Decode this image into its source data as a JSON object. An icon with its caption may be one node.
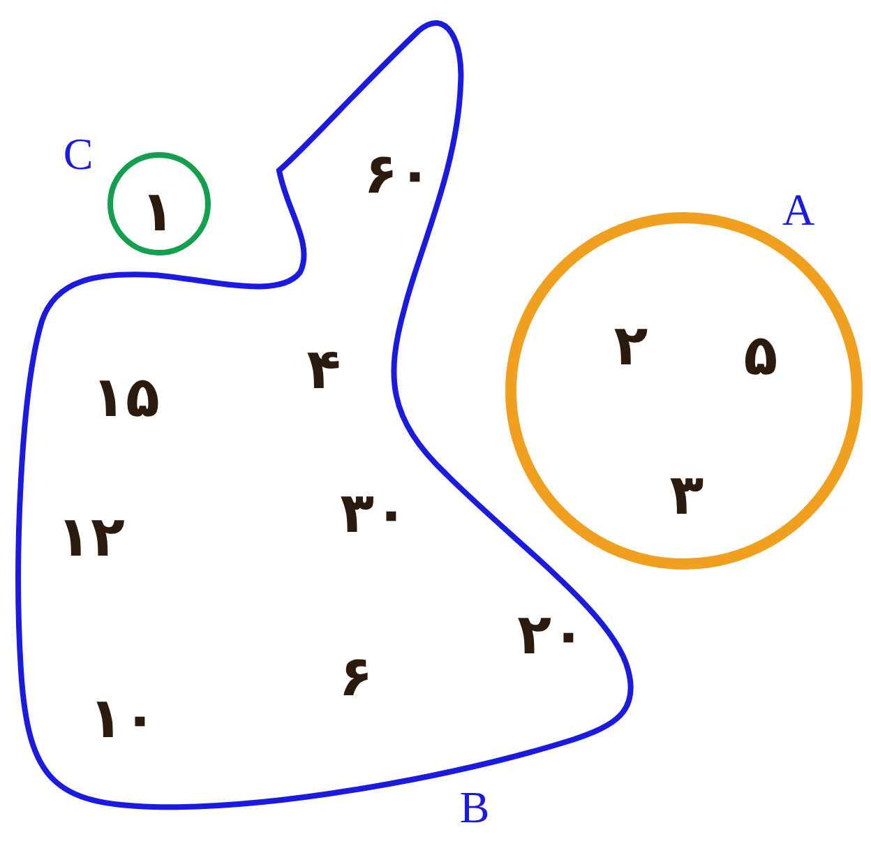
{
  "diagram": {
    "nodes": [
      {
        "text": [
          "C",
          "۱"
        ]
      },
      {
        "text": [
          "A",
          "۲",
          "۵",
          "۳"
        ]
      },
      {
        "text": [
          "۶۰",
          "۴",
          "۱۵",
          "۳۰",
          "۱۲",
          "۲۰",
          "۶",
          "۱۰",
          "B"
        ]
      }
    ],
    "edges": []
  }
}
